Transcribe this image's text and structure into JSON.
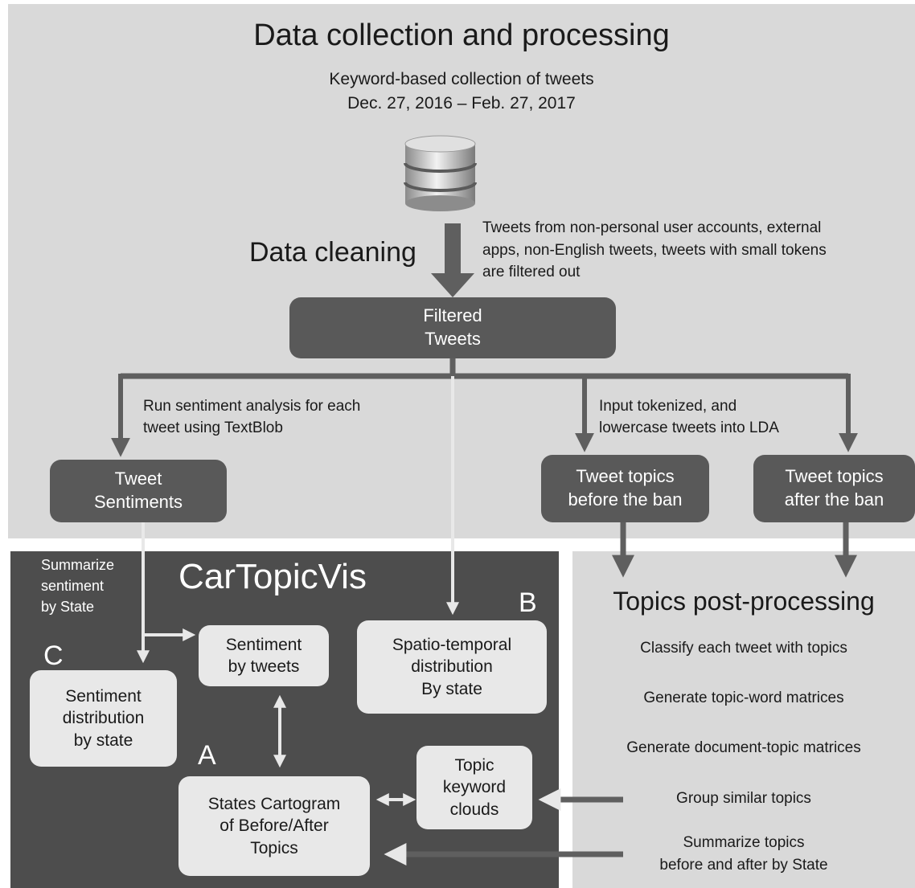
{
  "top": {
    "title": "Data collection and processing",
    "subtitle_line1": "Keyword-based collection of tweets",
    "subtitle_line2": "Dec. 27, 2016 – Feb. 27, 2017",
    "database_icon": "database-icon",
    "cleaning_label": "Data cleaning",
    "cleaning_note": "Tweets  from non-personal user accounts, external\napps, non-English tweets, tweets  with small tokens\nare filtered out"
  },
  "nodes": {
    "filtered_tweets": "Filtered\nTweets",
    "tweet_sentiments": "Tweet\nSentiments",
    "topics_before": "Tweet topics\nbefore the ban",
    "topics_after": "Tweet topics\nafter the ban"
  },
  "edges": {
    "sentiment_analysis": "Run sentiment analysis for each\ntweet  using TextBlob",
    "lda_input": "Input tokenized, and\nlowercase tweets  into LDA",
    "summarize_sentiment": "Summarize\nsentiment\nby State"
  },
  "vis": {
    "title": "CarTopicVis",
    "label_a": "A",
    "label_b": "B",
    "label_c": "C",
    "sentiment_by_tweets": "Sentiment\nby tweets",
    "spatio_temporal": "Spatio-temporal\ndistribution\nBy state",
    "sentiment_distribution": "Sentiment\ndistribution\nby state",
    "states_cartogram": "States Cartogram\nof Before/After\nTopics",
    "topic_keyword_clouds": "Topic\nkeyword\nclouds"
  },
  "post": {
    "title": "Topics post-processing",
    "steps": [
      "Classify each tweet with topics",
      "Generate  topic-word matrices",
      "Generate  document-topic matrices",
      "Group similar topics",
      "Summarize topics\nbefore and after by State"
    ]
  },
  "colors": {
    "light_panel": "#d9d9d9",
    "dark_panel": "#4d4d4d",
    "dark_node": "#595959",
    "light_node": "#e8e8e8",
    "connector": "#5f5f5f"
  }
}
